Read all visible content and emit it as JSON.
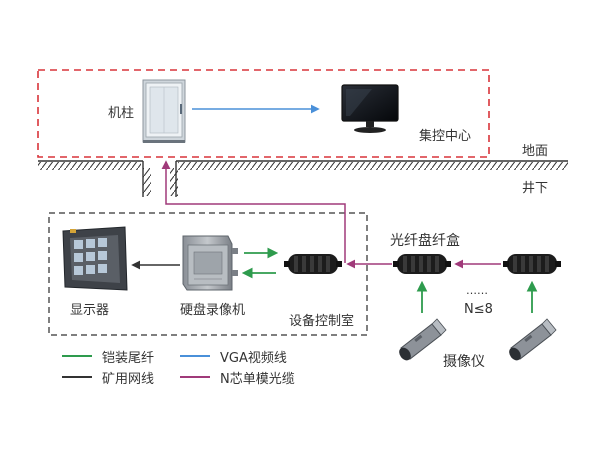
{
  "labels": {
    "cabinet": "机柱",
    "control_center": "集控中心",
    "ground": "地面",
    "underground": "井下",
    "fiber_box": "光纤盘纤盒",
    "display": "显示器",
    "recorder": "硬盘录像机",
    "control_room": "设备控制室",
    "ellipsis": "……",
    "count": "N≤8",
    "camera": "摄像仪"
  },
  "legend": [
    {
      "label": "铠装尾纤",
      "color": "#2e9b4d"
    },
    {
      "label": "VGA视频线",
      "color": "#4a90d9"
    },
    {
      "label": "矿用网线",
      "color": "#333333"
    },
    {
      "label": "N芯单模光缆",
      "color": "#a03a7a"
    }
  ],
  "colors": {
    "surface_border": "#d9343a",
    "underground_border": "#555555",
    "armored_fiber": "#2e9b4d",
    "vga": "#4a90d9",
    "network": "#333333",
    "optical_cable": "#a03a7a"
  }
}
